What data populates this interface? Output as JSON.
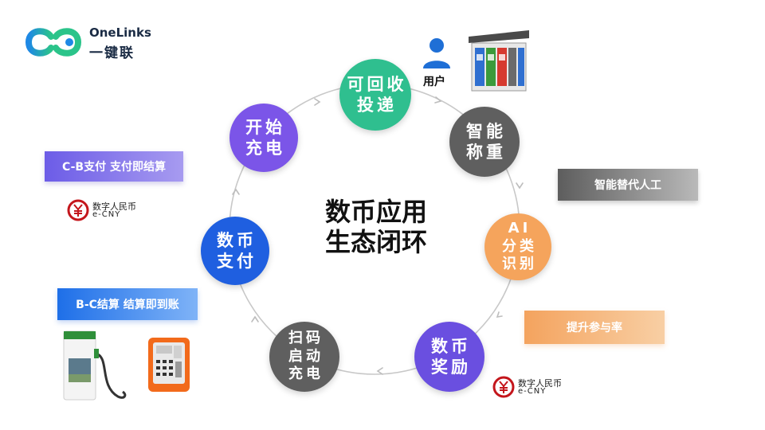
{
  "logo": {
    "brand_en": "OneLinks",
    "brand_cn": "一键联"
  },
  "center": {
    "line1": "数币应用",
    "line2": "生态闭环"
  },
  "nodes": [
    {
      "id": "recycle",
      "line1": "可回收",
      "line2": "投递",
      "color": "#2fbf8f"
    },
    {
      "id": "weigh",
      "line1": "智能",
      "line2": "称重",
      "color": "#5f5f5f"
    },
    {
      "id": "ai",
      "line1": "AI",
      "line2": "分类",
      "line3": "识别",
      "color": "#f5a45c"
    },
    {
      "id": "reward",
      "line1": "数币",
      "line2": "奖励",
      "color": "#6a4fe0"
    },
    {
      "id": "scan",
      "line1": "扫码",
      "line2": "启动",
      "line3": "充电",
      "color": "#5f5f5f"
    },
    {
      "id": "pay",
      "line1": "数币",
      "line2": "支付",
      "color": "#1f5fe0"
    },
    {
      "id": "charge",
      "line1": "开始",
      "line2": "充电",
      "color": "#7b55e8"
    }
  ],
  "user": {
    "label": "用户"
  },
  "tags": {
    "cb": "C-B支付 支付即结算",
    "bc": "B-C结算 结算即到账",
    "ai": "智能替代人工",
    "up": "提升参与率"
  },
  "ecny": {
    "cn": "数字人民币",
    "en": "e-CNY"
  },
  "colors": {
    "ring": "#c8c8c8",
    "ecny_red": "#c4161c",
    "brand_blue": "#1e88e5",
    "brand_green": "#2bc48a"
  }
}
